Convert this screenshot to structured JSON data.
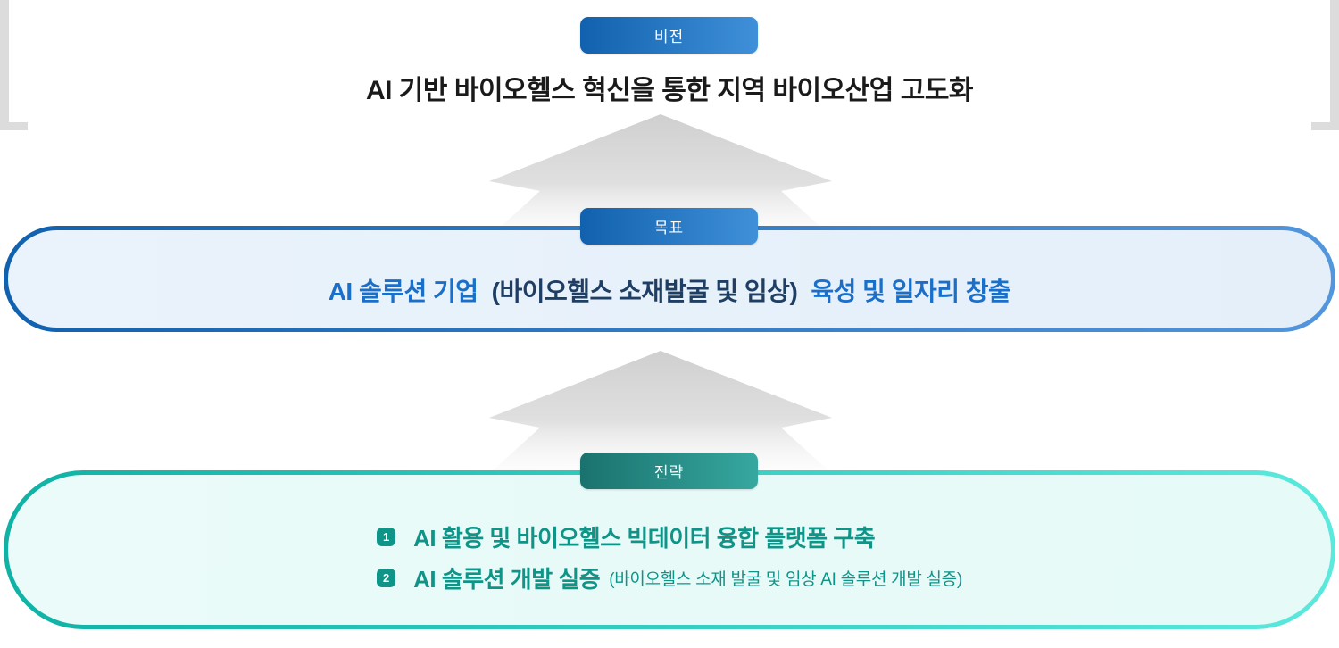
{
  "vision": {
    "badge_label": "비전",
    "title": "AI 기반 바이오헬스 혁신을 통한 지역 바이오산업 고도화"
  },
  "goal": {
    "badge_label": "목표",
    "lead": "AI 솔루션 기업",
    "paren": "(바이오헬스 소재발굴 및 임상)",
    "tail": "육성 및 일자리 창출"
  },
  "strategy": {
    "badge_label": "전략",
    "items": [
      {
        "num": "1",
        "text": "AI 활용 및 바이오헬스 빅데이터 융합 플랫폼 구축",
        "note": ""
      },
      {
        "num": "2",
        "text": "AI 솔루션 개발 실증",
        "note": "(바이오헬스 소재 발굴 및 임상 AI 솔루션 개발 실증)"
      }
    ]
  },
  "colors": {
    "badge_blue_gradient": [
      "#1161ae",
      "#3f90d9"
    ],
    "badge_teal_gradient": [
      "#1a726e",
      "#36a89f"
    ],
    "goal_border_gradient": [
      "#1161ae",
      "#5296dc"
    ],
    "goal_background": "#e9f2fb",
    "goal_text_blue": "#1a6fc9",
    "goal_text_navy": "#1f3e63",
    "strategy_border_gradient": [
      "#0fb2a5",
      "#5ce9dd"
    ],
    "strategy_background": "#e9fbf9",
    "strategy_text_teal": "#0f9488",
    "vision_title_color": "#1a1a1a",
    "arrow_gray": "#d0d0d0",
    "bracket_gray": "#dcdcdc"
  }
}
